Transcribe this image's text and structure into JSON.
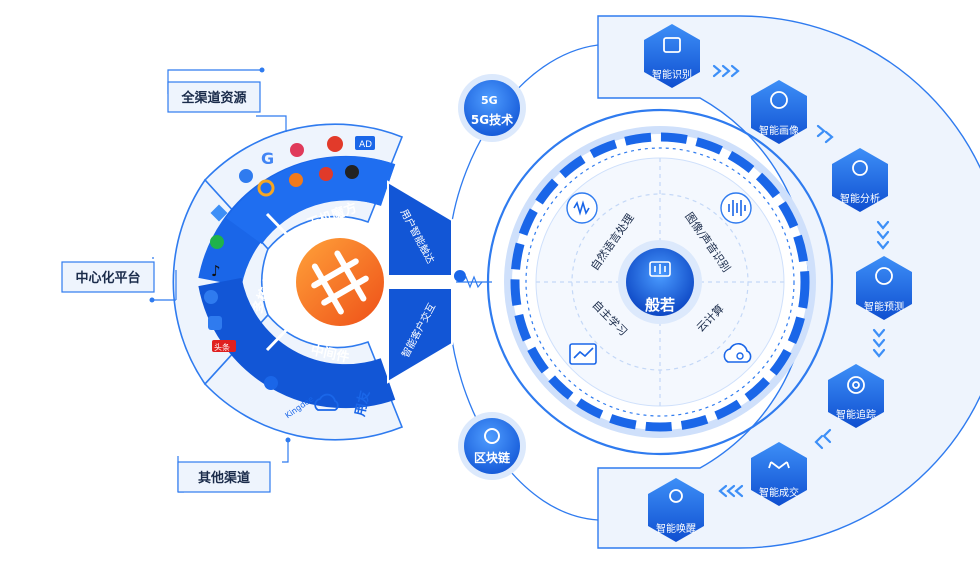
{
  "colors": {
    "primary": "#1a66e8",
    "deep": "#0f4fd0",
    "light_panel": "#eef4fd",
    "line": "#2f7bef",
    "orange_start": "#ff8a2a",
    "orange_end": "#f05a1a"
  },
  "left_tags": {
    "channels": "全渠道资源",
    "central": "中心化平台",
    "other": "其他渠道"
  },
  "inner_ring": {
    "top": "天机魔方",
    "left": "多核小程序",
    "bottom": "中间件"
  },
  "bridge": {
    "upper": "用户智能触达",
    "lower": "智能客户交互"
  },
  "center": {
    "title": "般若",
    "quadrants": [
      "自然语言处理",
      "图像/声音识别",
      "自主学习",
      "云计算"
    ]
  },
  "nodes": {
    "g5": "5G技术",
    "blockchain": "区块链"
  },
  "hex_items": [
    "智能识别",
    "智能画像",
    "智能分析",
    "智能预测",
    "智能追踪",
    "智能成交",
    "智能唤醒"
  ],
  "top_icons": {
    "ad": "AD",
    "toutiao": "头条",
    "yongyou": "用友",
    "kingdee": "Kingdee",
    "g5_badge": "5G"
  }
}
